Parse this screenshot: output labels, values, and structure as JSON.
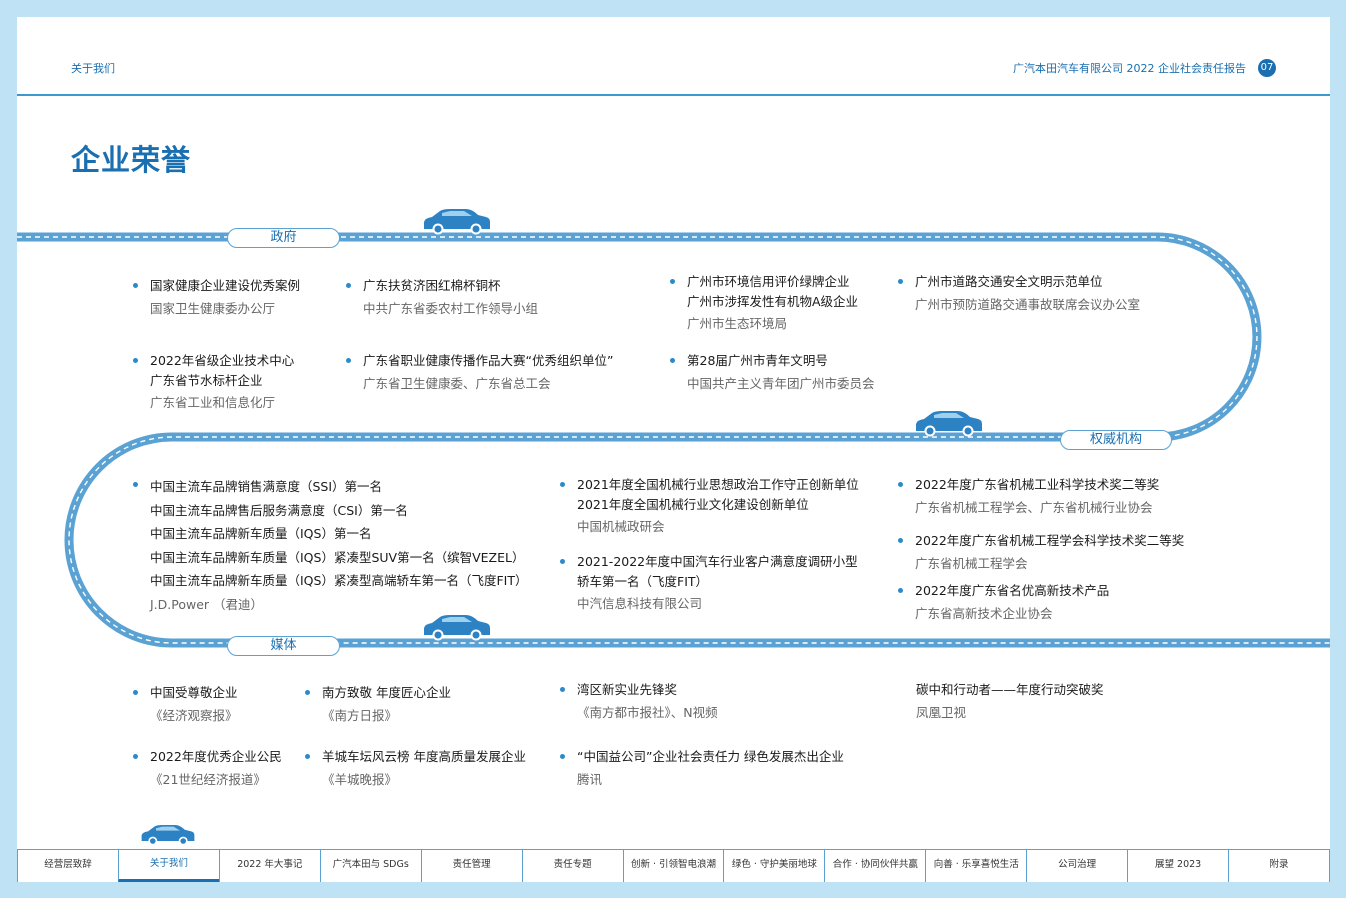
{
  "header": {
    "section": "关于我们",
    "report": "广汽本田汽车有限公司  2022 企业社会责任报告",
    "page": "07"
  },
  "title": "企业荣誉",
  "sections": {
    "government": "政府",
    "authority": "权威机构",
    "media": "媒体"
  },
  "government": [
    {
      "titles": [
        "国家健康企业建设优秀案例"
      ],
      "source": "国家卫生健康委办公厅"
    },
    {
      "titles": [
        "广东扶贫济困红棉杯铜杯"
      ],
      "source": "中共广东省委农村工作领导小组"
    },
    {
      "titles": [
        "广州市环境信用评价绿牌企业",
        "广州市涉挥发性有机物A级企业"
      ],
      "source": "广州市生态环境局"
    },
    {
      "titles": [
        "广州市道路交通安全文明示范单位"
      ],
      "source": "广州市预防道路交通事故联席会议办公室"
    },
    {
      "titles": [
        "2022年省级企业技术中心",
        "广东省节水标杆企业"
      ],
      "source": "广东省工业和信息化厅"
    },
    {
      "titles": [
        "广东省职业健康传播作品大赛“优秀组织单位”"
      ],
      "source": "广东省卫生健康委、广东省总工会"
    },
    {
      "titles": [
        "第28届广州市青年文明号"
      ],
      "source": "中国共产主义青年团广州市委员会"
    }
  ],
  "authority": [
    {
      "titles": [
        "中国主流车品牌销售满意度（SSI）第一名",
        "中国主流车品牌售后服务满意度（CSI）第一名",
        "中国主流车品牌新车质量（IQS）第一名",
        "中国主流车品牌新车质量（IQS）紧凑型SUV第一名（缤智VEZEL）",
        "中国主流车品牌新车质量（IQS）紧凑型高端轿车第一名（飞度FIT）"
      ],
      "source": "J.D.Power （君迪）"
    },
    {
      "titles": [
        "2021年度全国机械行业思想政治工作守正创新单位",
        "2021年度全国机械行业文化建设创新单位"
      ],
      "source": "中国机械政研会"
    },
    {
      "titles": [
        "2021-2022年度中国汽车行业客户满意度调研小型",
        "轿车第一名（飞度FIT）"
      ],
      "source": "中汽信息科技有限公司"
    },
    {
      "titles": [
        "2022年度广东省机械工业科学技术奖二等奖"
      ],
      "source": "广东省机械工程学会、广东省机械行业协会"
    },
    {
      "titles": [
        "2022年度广东省机械工程学会科学技术奖二等奖"
      ],
      "source": "广东省机械工程学会"
    },
    {
      "titles": [
        "2022年度广东省名优高新技术产品"
      ],
      "source": "广东省高新技术企业协会"
    }
  ],
  "media": [
    {
      "titles": [
        "中国受尊敬企业"
      ],
      "source": "《经济观察报》"
    },
    {
      "titles": [
        "南方致敬 年度匠心企业"
      ],
      "source": "《南方日报》"
    },
    {
      "titles": [
        "湾区新实业先锋奖"
      ],
      "source": "《南方都市报社》、N视频"
    },
    {
      "titles": [
        "碳中和行动者——年度行动突破奖"
      ],
      "source": "凤凰卫视"
    },
    {
      "titles": [
        "2022年度优秀企业公民"
      ],
      "source": "《21世纪经济报道》"
    },
    {
      "titles": [
        "羊城车坛风云榜 年度高质量发展企业"
      ],
      "source": "《羊城晚报》"
    },
    {
      "titles": [
        "“中国益公司”企业社会责任力 绿色发展杰出企业"
      ],
      "source": "腾讯"
    }
  ],
  "footer_nav": [
    "经营层致辞",
    "关于我们",
    "2022 年大事记",
    "广汽本田与 SDGs",
    "责任管理",
    "责任专题",
    "创新 · 引领智电浪潮",
    "绿色 · 守护美丽地球",
    "合作 · 协同伙伴共赢",
    "向善 · 乐享喜悦生活",
    "公司治理",
    "展望 2023",
    "附录"
  ],
  "colors": {
    "accent": "#1a6fb0",
    "road": "#5aa2d4",
    "background": "#bfe3f5"
  }
}
